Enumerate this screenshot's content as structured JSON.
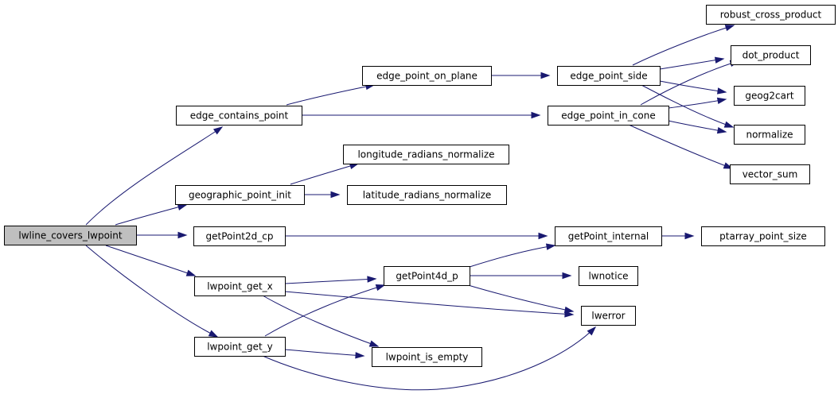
{
  "diagram": {
    "type": "call-graph",
    "colors": {
      "edge": "#191970",
      "root_fill": "#bfbfbf",
      "node_fill": "#ffffff",
      "border": "#000000"
    },
    "nodes": [
      {
        "id": "lwline_covers_lwpoint",
        "label": "lwline_covers_lwpoint",
        "root": true
      },
      {
        "id": "edge_contains_point",
        "label": "edge_contains_point"
      },
      {
        "id": "geographic_point_init",
        "label": "geographic_point_init"
      },
      {
        "id": "getPoint2d_cp",
        "label": "getPoint2d_cp"
      },
      {
        "id": "lwpoint_get_x",
        "label": "lwpoint_get_x"
      },
      {
        "id": "lwpoint_get_y",
        "label": "lwpoint_get_y"
      },
      {
        "id": "edge_point_on_plane",
        "label": "edge_point_on_plane"
      },
      {
        "id": "edge_point_in_cone",
        "label": "edge_point_in_cone"
      },
      {
        "id": "longitude_radians_normalize",
        "label": "longitude_radians_normalize"
      },
      {
        "id": "latitude_radians_normalize",
        "label": "latitude_radians_normalize"
      },
      {
        "id": "getPoint_internal",
        "label": "getPoint_internal"
      },
      {
        "id": "getPoint4d_p",
        "label": "getPoint4d_p"
      },
      {
        "id": "lwpoint_is_empty",
        "label": "lwpoint_is_empty"
      },
      {
        "id": "edge_point_side",
        "label": "edge_point_side"
      },
      {
        "id": "lwnotice",
        "label": "lwnotice"
      },
      {
        "id": "lwerror",
        "label": "lwerror"
      },
      {
        "id": "ptarray_point_size",
        "label": "ptarray_point_size"
      },
      {
        "id": "robust_cross_product",
        "label": "robust_cross_product"
      },
      {
        "id": "dot_product",
        "label": "dot_product"
      },
      {
        "id": "geog2cart",
        "label": "geog2cart"
      },
      {
        "id": "normalize",
        "label": "normalize"
      },
      {
        "id": "vector_sum",
        "label": "vector_sum"
      }
    ],
    "edges": [
      {
        "from": "lwline_covers_lwpoint",
        "to": "edge_contains_point"
      },
      {
        "from": "lwline_covers_lwpoint",
        "to": "geographic_point_init"
      },
      {
        "from": "lwline_covers_lwpoint",
        "to": "getPoint2d_cp"
      },
      {
        "from": "lwline_covers_lwpoint",
        "to": "lwpoint_get_x"
      },
      {
        "from": "lwline_covers_lwpoint",
        "to": "lwpoint_get_y"
      },
      {
        "from": "edge_contains_point",
        "to": "edge_point_on_plane"
      },
      {
        "from": "edge_contains_point",
        "to": "edge_point_in_cone"
      },
      {
        "from": "edge_point_on_plane",
        "to": "edge_point_side"
      },
      {
        "from": "edge_point_side",
        "to": "robust_cross_product"
      },
      {
        "from": "edge_point_side",
        "to": "dot_product"
      },
      {
        "from": "edge_point_side",
        "to": "geog2cart"
      },
      {
        "from": "edge_point_side",
        "to": "normalize"
      },
      {
        "from": "edge_point_in_cone",
        "to": "dot_product"
      },
      {
        "from": "edge_point_in_cone",
        "to": "geog2cart"
      },
      {
        "from": "edge_point_in_cone",
        "to": "normalize"
      },
      {
        "from": "edge_point_in_cone",
        "to": "vector_sum"
      },
      {
        "from": "geographic_point_init",
        "to": "longitude_radians_normalize"
      },
      {
        "from": "geographic_point_init",
        "to": "latitude_radians_normalize"
      },
      {
        "from": "getPoint2d_cp",
        "to": "getPoint_internal"
      },
      {
        "from": "getPoint_internal",
        "to": "ptarray_point_size"
      },
      {
        "from": "lwpoint_get_x",
        "to": "getPoint4d_p"
      },
      {
        "from": "lwpoint_get_x",
        "to": "lwerror"
      },
      {
        "from": "lwpoint_get_x",
        "to": "lwpoint_is_empty"
      },
      {
        "from": "lwpoint_get_y",
        "to": "getPoint4d_p"
      },
      {
        "from": "lwpoint_get_y",
        "to": "lwerror"
      },
      {
        "from": "lwpoint_get_y",
        "to": "lwpoint_is_empty"
      },
      {
        "from": "getPoint4d_p",
        "to": "getPoint_internal"
      },
      {
        "from": "getPoint4d_p",
        "to": "lwnotice"
      },
      {
        "from": "getPoint4d_p",
        "to": "lwerror"
      }
    ]
  }
}
